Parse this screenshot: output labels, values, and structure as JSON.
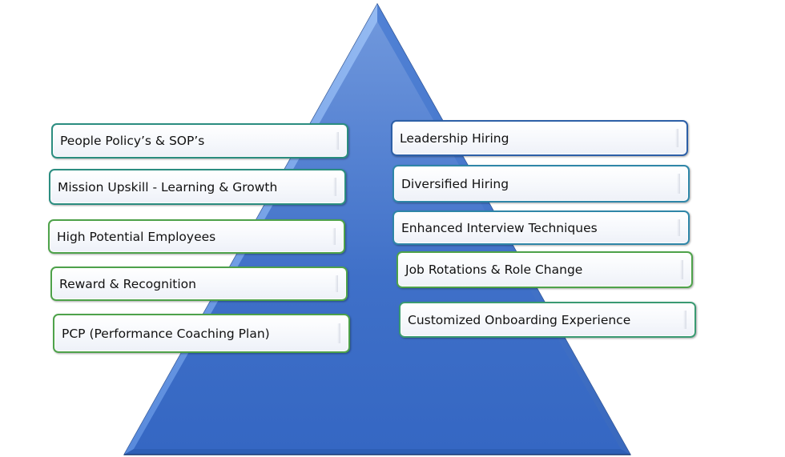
{
  "diagram": {
    "type": "pyramid-with-labels",
    "pyramid_color": "#3a6cc6",
    "left_column": {
      "items": [
        {
          "label": "People Policy’s & SOP’s",
          "border_color": "#2b8d80"
        },
        {
          "label": "Mission Upskill - Learning & Growth",
          "border_color": "#2b8d80"
        },
        {
          "label": "High Potential Employees",
          "border_color": "#4ea24a"
        },
        {
          "label": "Reward & Recognition",
          "border_color": "#4ea24a"
        },
        {
          "label": "PCP (Performance Coaching Plan)",
          "border_color": "#4ea24a"
        }
      ]
    },
    "right_column": {
      "items": [
        {
          "label": "Leadership Hiring",
          "border_color": "#2c5fa7"
        },
        {
          "label": "Diversified Hiring",
          "border_color": "#2f86a8"
        },
        {
          "label": "Enhanced Interview Techniques",
          "border_color": "#2f86a8"
        },
        {
          "label": "Job Rotations & Role Change",
          "border_color": "#4ea24a"
        },
        {
          "label": "Customized Onboarding Experience",
          "border_color": "#3a9a72"
        }
      ]
    }
  }
}
